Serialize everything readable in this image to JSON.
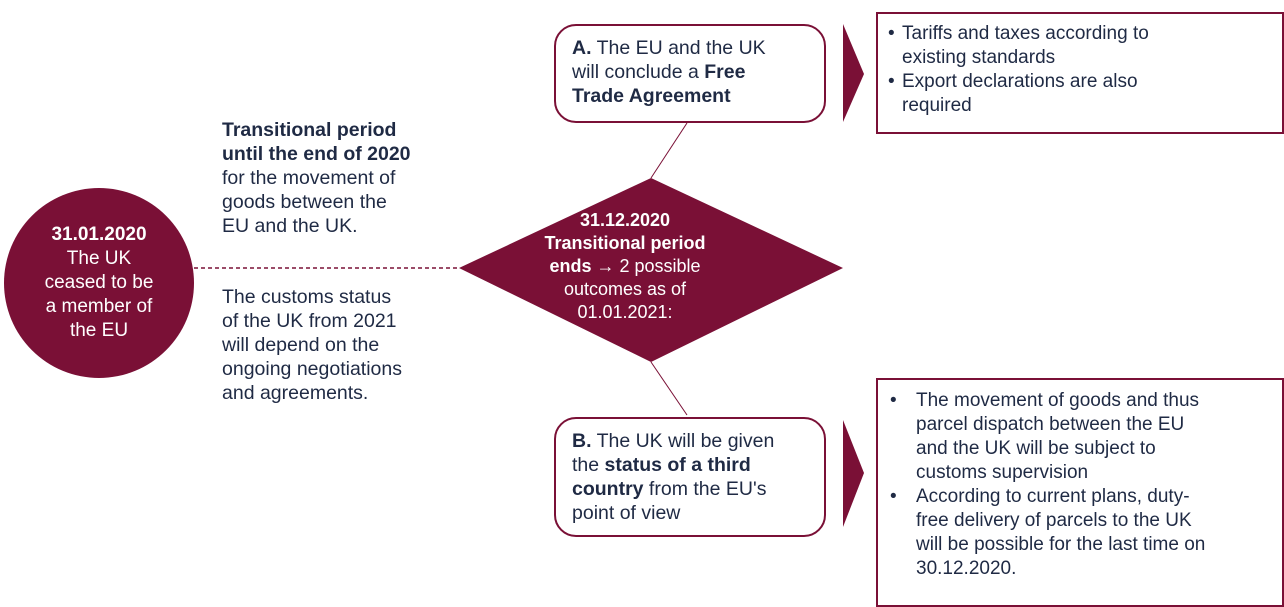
{
  "colors": {
    "accent": "#7a1036",
    "text": "#1f2a44"
  },
  "circle": {
    "date": "31.01.2020",
    "lines": [
      "The UK",
      "ceased to be",
      "a member of",
      "the EU"
    ]
  },
  "transition": {
    "bold_line1": "Transitional period",
    "bold_line2": "until the end of 2020",
    "lines": [
      "for the movement of",
      "goods between the",
      "EU and the UK."
    ]
  },
  "customs": {
    "lines": [
      "The customs status",
      "of the UK from 2021",
      "will depend on the",
      "ongoing negotiations",
      "and agreements."
    ]
  },
  "diamond": {
    "date": "31.12.2020",
    "bold_line": "Transitional period",
    "bold_ends": "ends",
    "arrow_text": " → 2 possible",
    "lines": [
      "outcomes as of",
      "01.01.2021:"
    ]
  },
  "option_a": {
    "prefix": "A.",
    "line1": " The EU and the UK",
    "line2": "will conclude a ",
    "bold1": "Free",
    "bold2": "Trade Agreement"
  },
  "option_b": {
    "prefix": "B.",
    "line1": " The UK will be given",
    "line2_plain": "the ",
    "line2_bold": "status of a third",
    "line3_bold": "country",
    "line3_plain": " from the EU's",
    "line4": "point of view"
  },
  "result_a": {
    "bullets": [
      [
        "Tariffs and taxes according to",
        "existing standards"
      ],
      [
        "Export declarations are also",
        "required"
      ]
    ]
  },
  "result_b": {
    "bullets": [
      [
        "The movement of goods and thus",
        "parcel dispatch between the EU",
        "and the UK will be subject to",
        "customs supervision"
      ],
      [
        "According to current plans, duty-",
        "free delivery of parcels to the UK",
        "will be possible for the last time on",
        "30.12.2020."
      ]
    ]
  }
}
